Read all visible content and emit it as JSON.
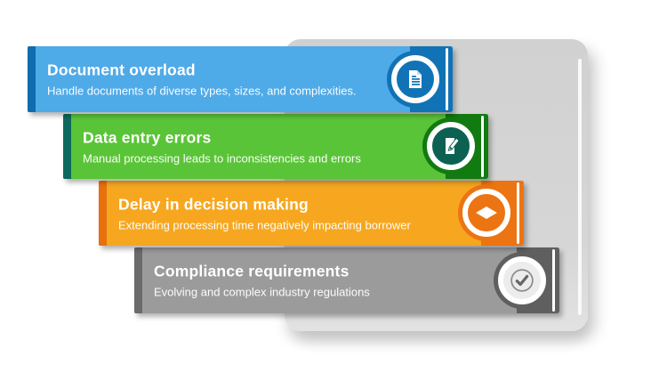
{
  "figure": {
    "type": "staggered-banner-list",
    "panel_color": "#d2d2d2",
    "text_color": "#ffffff",
    "items": [
      {
        "title": "Document overload",
        "subtitle": "Handle documents of diverse types, sizes, and complexities.",
        "icon": "document-icon",
        "colors": {
          "main": "#4faae8",
          "cap": "#1173b5",
          "stripe": "#0f6cae",
          "badge": "#1173b5"
        }
      },
      {
        "title": "Data entry errors",
        "subtitle": "Manual processing leads to inconsistencies and errors",
        "icon": "document-edit-icon",
        "colors": {
          "main": "#5ac438",
          "cap": "#117a10",
          "stripe": "#0d695d",
          "badge": "#0c6153"
        }
      },
      {
        "title": "Delay in decision making",
        "subtitle": "Extending processing time negatively impacting borrower",
        "icon": "diamond-eye-icon",
        "colors": {
          "main": "#f6a71f",
          "cap": "#ec7412",
          "stripe": "#e8700d",
          "badge": "#ec7412"
        }
      },
      {
        "title": "Compliance requirements",
        "subtitle": "Evolving and complex industry regulations",
        "icon": "check-icon",
        "colors": {
          "main": "#9b9b9b",
          "cap": "#5f5f5f",
          "stripe": "#6b6b6b",
          "badge": "#ececec"
        }
      }
    ]
  }
}
